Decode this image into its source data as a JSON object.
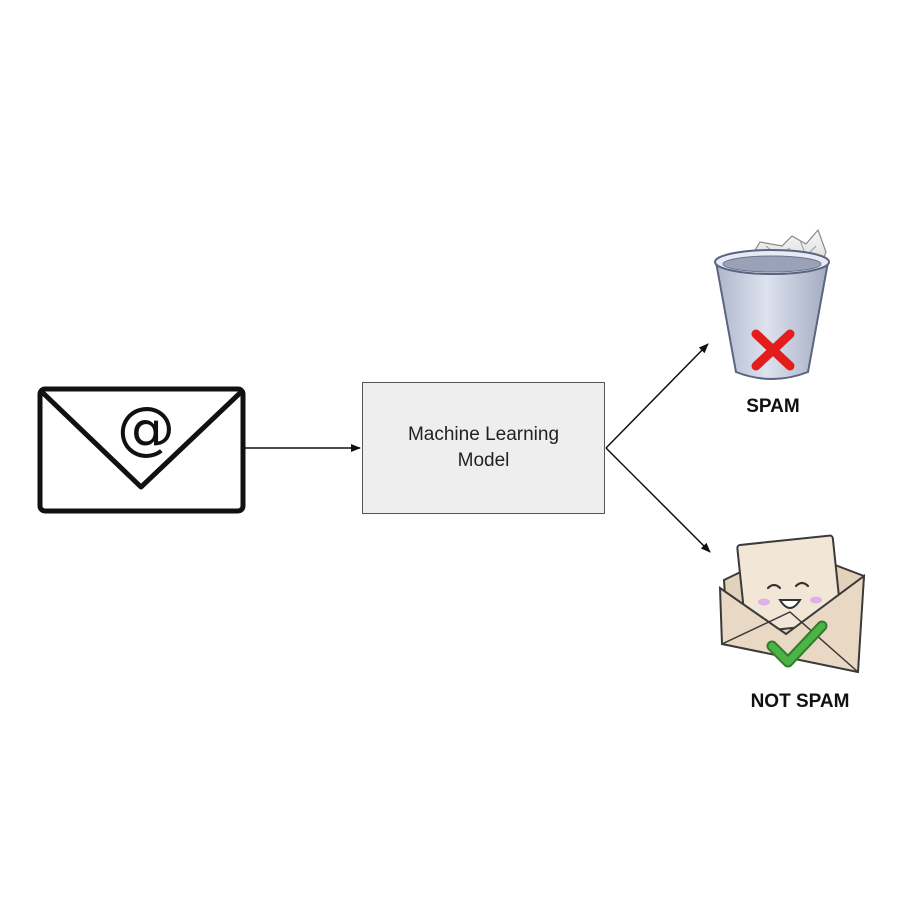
{
  "diagram": {
    "model": {
      "line1": "Machine Learning",
      "line2": "Model"
    },
    "input": {
      "symbol": "@",
      "icon": "email-envelope-icon"
    },
    "outputs": [
      {
        "label": "SPAM",
        "icon": "trash-can-icon",
        "mark": "red-x-icon"
      },
      {
        "label": "NOT SPAM",
        "icon": "happy-envelope-icon",
        "mark": "green-check-icon"
      }
    ],
    "colors": {
      "box_fill": "#eeeeee",
      "spam_mark": "#e31c1c",
      "ok_mark": "#3fa63a",
      "can_fill": "#c9d0e0",
      "envelope_fill": "#e9d9c4"
    }
  }
}
